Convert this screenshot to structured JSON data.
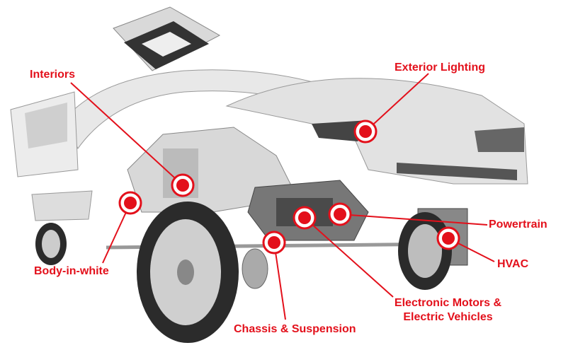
{
  "accent_color": "#e3101b",
  "labels": {
    "interiors": "Interiors",
    "exterior_lighting": "Exterior Lighting",
    "body_in_white": "Body-in-white",
    "powertrain": "Powertrain",
    "hvac": "HVAC",
    "electronic_motors_line1": "Electronic Motors &",
    "electronic_motors_line2": "Electric Vehicles",
    "chassis_suspension": "Chassis & Suspension"
  }
}
